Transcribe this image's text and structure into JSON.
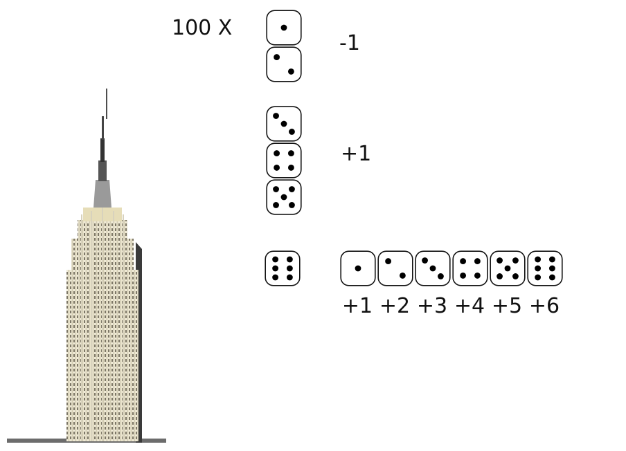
{
  "multiplier_label": "100 X",
  "rules": [
    {
      "faces": [
        1,
        2
      ],
      "result_label": "-1"
    },
    {
      "faces": [
        3,
        4,
        5
      ],
      "result_label": "+1"
    }
  ],
  "six_rule": {
    "face": 6,
    "reroll_faces": [
      1,
      2,
      3,
      4,
      5,
      6
    ],
    "reroll_labels": [
      "+1",
      "+2",
      "+3",
      "+4",
      "+5",
      "+6"
    ]
  },
  "image": {
    "subject": "skyscraper",
    "icon": "empire-state-building-image"
  },
  "colors": {
    "die_fill": "#ffffff",
    "die_stroke": "#111111",
    "pip": "#000000"
  }
}
